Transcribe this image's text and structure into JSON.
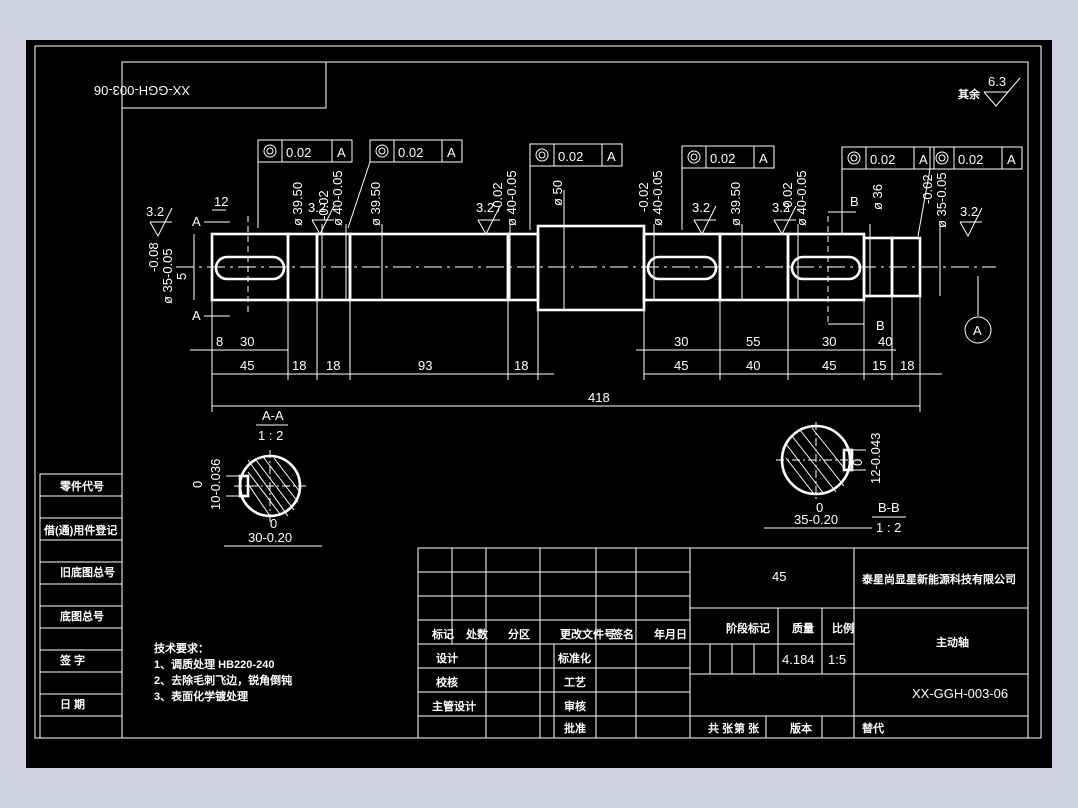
{
  "drawing_number_mirrored": "XX-GGH-003-06",
  "roughness": {
    "rest_label": "其余",
    "rest_value": "6.3",
    "value": "3.2"
  },
  "tolerance_frames": [
    {
      "value": "0.02",
      "datum": "A"
    },
    {
      "value": "0.02",
      "datum": "A"
    },
    {
      "value": "0.02",
      "datum": "A"
    },
    {
      "value": "0.02",
      "datum": "A"
    },
    {
      "value": "0.02",
      "datum": "A"
    },
    {
      "value": "0.02",
      "datum": "A"
    }
  ],
  "diameters": {
    "d1": "ø 35-0.05",
    "d1_upper": "-0.08",
    "d2": "ø 39.50",
    "d3_upper": "-0.02",
    "d3": "ø 40-0.05",
    "d4": "ø 39.50",
    "d5_upper": "-0.02",
    "d5": "ø 40-0.05",
    "d6": "ø 50",
    "d7_upper": "-0.02",
    "d7": "ø 40-0.05",
    "d8": "ø 39.50",
    "d9_upper": "-0.02",
    "d9": "ø 40-0.05",
    "d10": "ø 36",
    "d11_upper": "-0.02",
    "d11": "ø 35-0.05",
    "keyway_depth": "5"
  },
  "dimensions": {
    "top_12": "12",
    "left_8": "8",
    "left_30": "30",
    "row1": [
      "45",
      "18",
      "18",
      "93",
      "18"
    ],
    "right_upper": [
      "30",
      "55",
      "30",
      "40"
    ],
    "right_lower": [
      "45",
      "40",
      "45",
      "15",
      "18"
    ],
    "total": "418"
  },
  "section_labels": {
    "a": "A",
    "b": "B",
    "datum": "A"
  },
  "section_aa": {
    "title": "A-A",
    "scale": "1 : 2",
    "width_dim": "10-0.036",
    "width_upper": "0",
    "dia_dim": "30-0.20",
    "dia_upper": "0"
  },
  "section_bb": {
    "title": "B-B",
    "scale": "1 : 2",
    "width_dim": "12-0.043",
    "width_upper": "0",
    "dia_dim": "35-0.20",
    "dia_upper": "0"
  },
  "left_strip": [
    "零件代号",
    "借(通)用件登记",
    "旧底图总号",
    "底图总号",
    "签  字",
    "日  期"
  ],
  "tech_requirements": {
    "title": "技术要求：",
    "items": [
      "1、调质处理 HB220-240",
      "2、去除毛刺飞边，锐角倒钝",
      "3、表面化学镀处理"
    ]
  },
  "title_block": {
    "material": "45",
    "company": "泰星尚显星新能源科技有限公司",
    "part_name": "主动轴",
    "drawing_number": "XX-GGH-003-06",
    "headers": [
      "标记",
      "处数",
      "分区",
      "更改文件号",
      "签名",
      "年月日"
    ],
    "left_rows": [
      "设计",
      "校核",
      "主管设计"
    ],
    "mid_rows": [
      "标准化",
      "工艺",
      "审核",
      "批准"
    ],
    "stage_label": "阶段标记",
    "mass_label": "质量",
    "scale_label": "比例",
    "mass": "4.184",
    "scale": "1:5",
    "bottom_labels": [
      "共  张",
      "第  张",
      "版本",
      "替代"
    ]
  }
}
